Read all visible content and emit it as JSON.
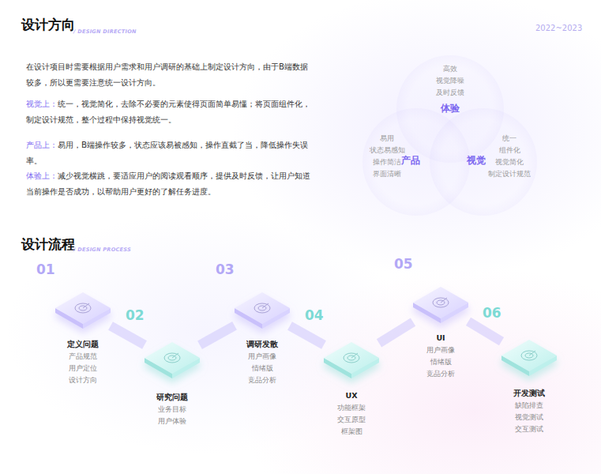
{
  "diagram": {
    "title": "设计方向",
    "nodes": [
      {
        "text": [
          "体验",
          "高效",
          "视觉降噪",
          "及时反馈"
        ]
      },
      {
        "text": [
          "产品",
          "易用",
          "状态易感知",
          "操作简洁",
          "界面清晰"
        ]
      },
      {
        "text": [
          "视觉",
          "统一",
          "组件化",
          "视觉简化",
          "制定设计规范"
        ]
      },
      {
        "text": [
          "01",
          "定义问题",
          "产品规范",
          "用户定位",
          "设计方向"
        ]
      },
      {
        "text": [
          "02",
          "研究问题",
          "业务目标",
          "用户体验"
        ]
      },
      {
        "text": [
          "03",
          "调研发散",
          "用户画像",
          "情绪版",
          "竞品分析"
        ]
      },
      {
        "text": [
          "04",
          "UX",
          "功能框架",
          "交互原型",
          "框架图"
        ]
      },
      {
        "text": [
          "05",
          "UI",
          "用户画像",
          "情绪版",
          "竞品分析"
        ]
      },
      {
        "text": [
          "06",
          "开发测试",
          "缺陷排查",
          "视觉测试",
          "交互测试"
        ]
      }
    ],
    "edges": [
      {
        "from": 3,
        "to": 4,
        "arrow": "none"
      },
      {
        "from": 4,
        "to": 5,
        "arrow": "none"
      },
      {
        "from": 5,
        "to": 6,
        "arrow": "none"
      },
      {
        "from": 6,
        "to": 7,
        "arrow": "none"
      },
      {
        "from": 7,
        "to": 8,
        "arrow": "none"
      }
    ],
    "labels": [
      "/ DESIGN DIRECTION",
      "2022~2023",
      "在设计项目时需要根据用户需求和用户调研的基础上制定设计方向，由于B端数据较多，所以更需要注意统一设计方向。",
      "视觉上：",
      "统一，视觉简化，去除不必要的元素使得页面简单易懂；将页面组件化，制定设计规范，整个过程中保持视觉统一。",
      "产品上：",
      "易用，B端操作较多，状态应该易被感知，操作直截了当，降低操作失误率。",
      "体验上：",
      "减少视觉横跳，要适应用户的阅读观看顺序，提供及时反馈，让用户知道当前操作是否成功，以帮助用户更好的了解任务进度。",
      "设计流程",
      "/ DESIGN PROCESS"
    ]
  }
}
